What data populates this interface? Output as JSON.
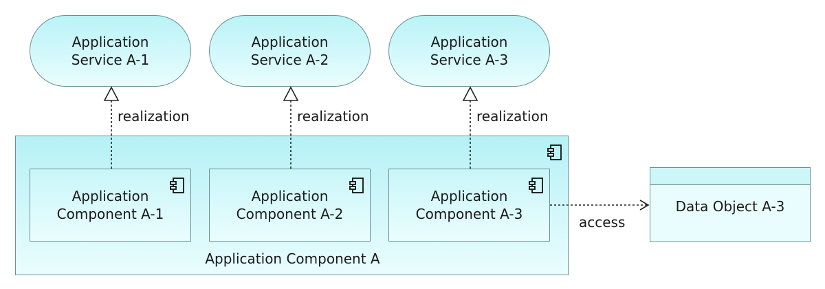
{
  "services": [
    {
      "label": "Application\nService A-1"
    },
    {
      "label": "Application\nService A-2"
    },
    {
      "label": "Application\nService A-3"
    }
  ],
  "component_container": {
    "label": "Application Component A"
  },
  "components": [
    {
      "label": "Application\nComponent A-1"
    },
    {
      "label": "Application\nComponent A-2"
    },
    {
      "label": "Application\nComponent A-3"
    }
  ],
  "relations": [
    {
      "label": "realization"
    },
    {
      "label": "realization"
    },
    {
      "label": "realization"
    }
  ],
  "access": {
    "label": "access"
  },
  "data_object": {
    "label": "Data Object A-3"
  },
  "colors": {
    "fill": "#c9f6f9",
    "stroke": "#6a8f94"
  }
}
